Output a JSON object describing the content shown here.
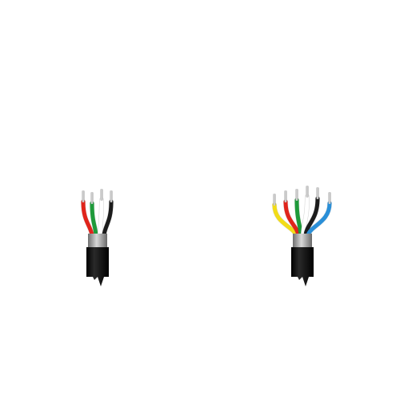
{
  "scene": {
    "background": "#ffffff",
    "cables": [
      {
        "name": "four-conductor-cable",
        "conductor_count": 4,
        "jacket_color": "#0a0a0a",
        "shield_color": "#9a9a9a",
        "conductor_colors": [
          "#e0241b",
          "#1e9a3a",
          "#ffffff",
          "#1c1c1c"
        ]
      },
      {
        "name": "six-conductor-cable",
        "conductor_count": 6,
        "jacket_color": "#0a0a0a",
        "shield_color": "#9a9a9a",
        "conductor_colors": [
          "#f2dc18",
          "#e0241b",
          "#1e9a3a",
          "#ffffff",
          "#1c1c1c",
          "#2a8fd8"
        ]
      }
    ]
  }
}
